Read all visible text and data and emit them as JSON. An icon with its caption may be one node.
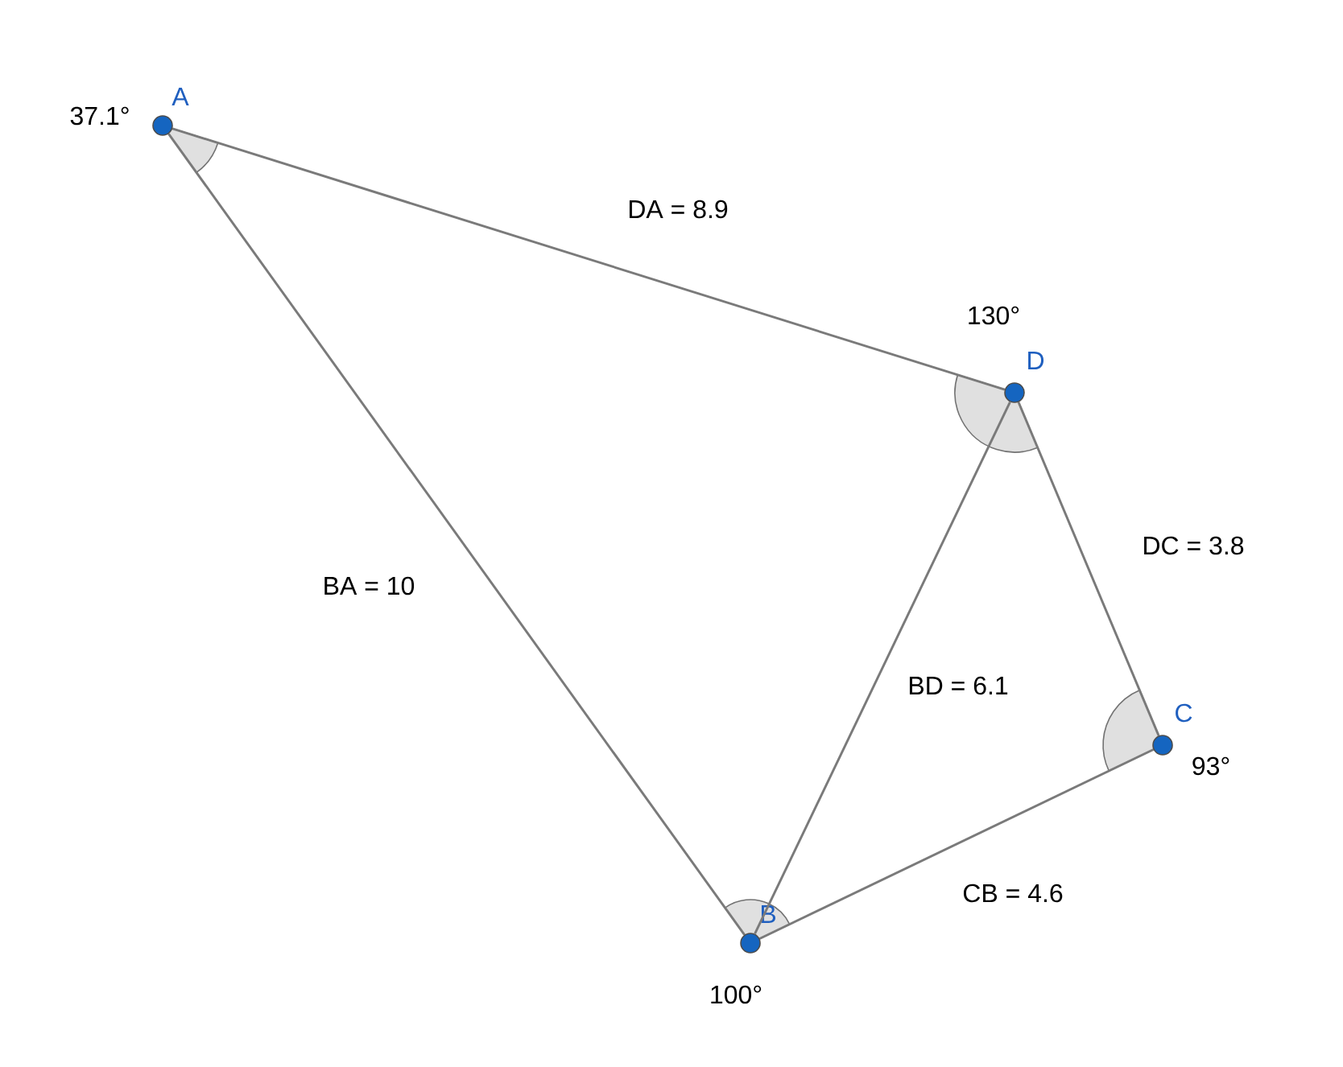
{
  "diagram": {
    "nodes": [
      {
        "text": [
          "A"
        ],
        "beside": [
          "37.1°"
        ]
      },
      {
        "text": [
          "B"
        ],
        "beside": [
          "100°"
        ]
      },
      {
        "text": [
          "C"
        ],
        "beside": [
          "93°"
        ]
      },
      {
        "text": [
          "D"
        ],
        "beside": [
          "130°"
        ]
      }
    ],
    "edges": [
      {
        "from": 3,
        "to": 0,
        "arrow": "none",
        "label": "DA = 8.9"
      },
      {
        "from": 3,
        "to": 2,
        "arrow": "none",
        "label": "DC = 3.8"
      },
      {
        "from": 2,
        "to": 1,
        "arrow": "none",
        "label": "CB = 4.6"
      },
      {
        "from": 1,
        "to": 0,
        "arrow": "none",
        "label": "BA = 10"
      },
      {
        "from": 1,
        "to": 3,
        "arrow": "none",
        "label": "BD = 6.1"
      }
    ]
  }
}
